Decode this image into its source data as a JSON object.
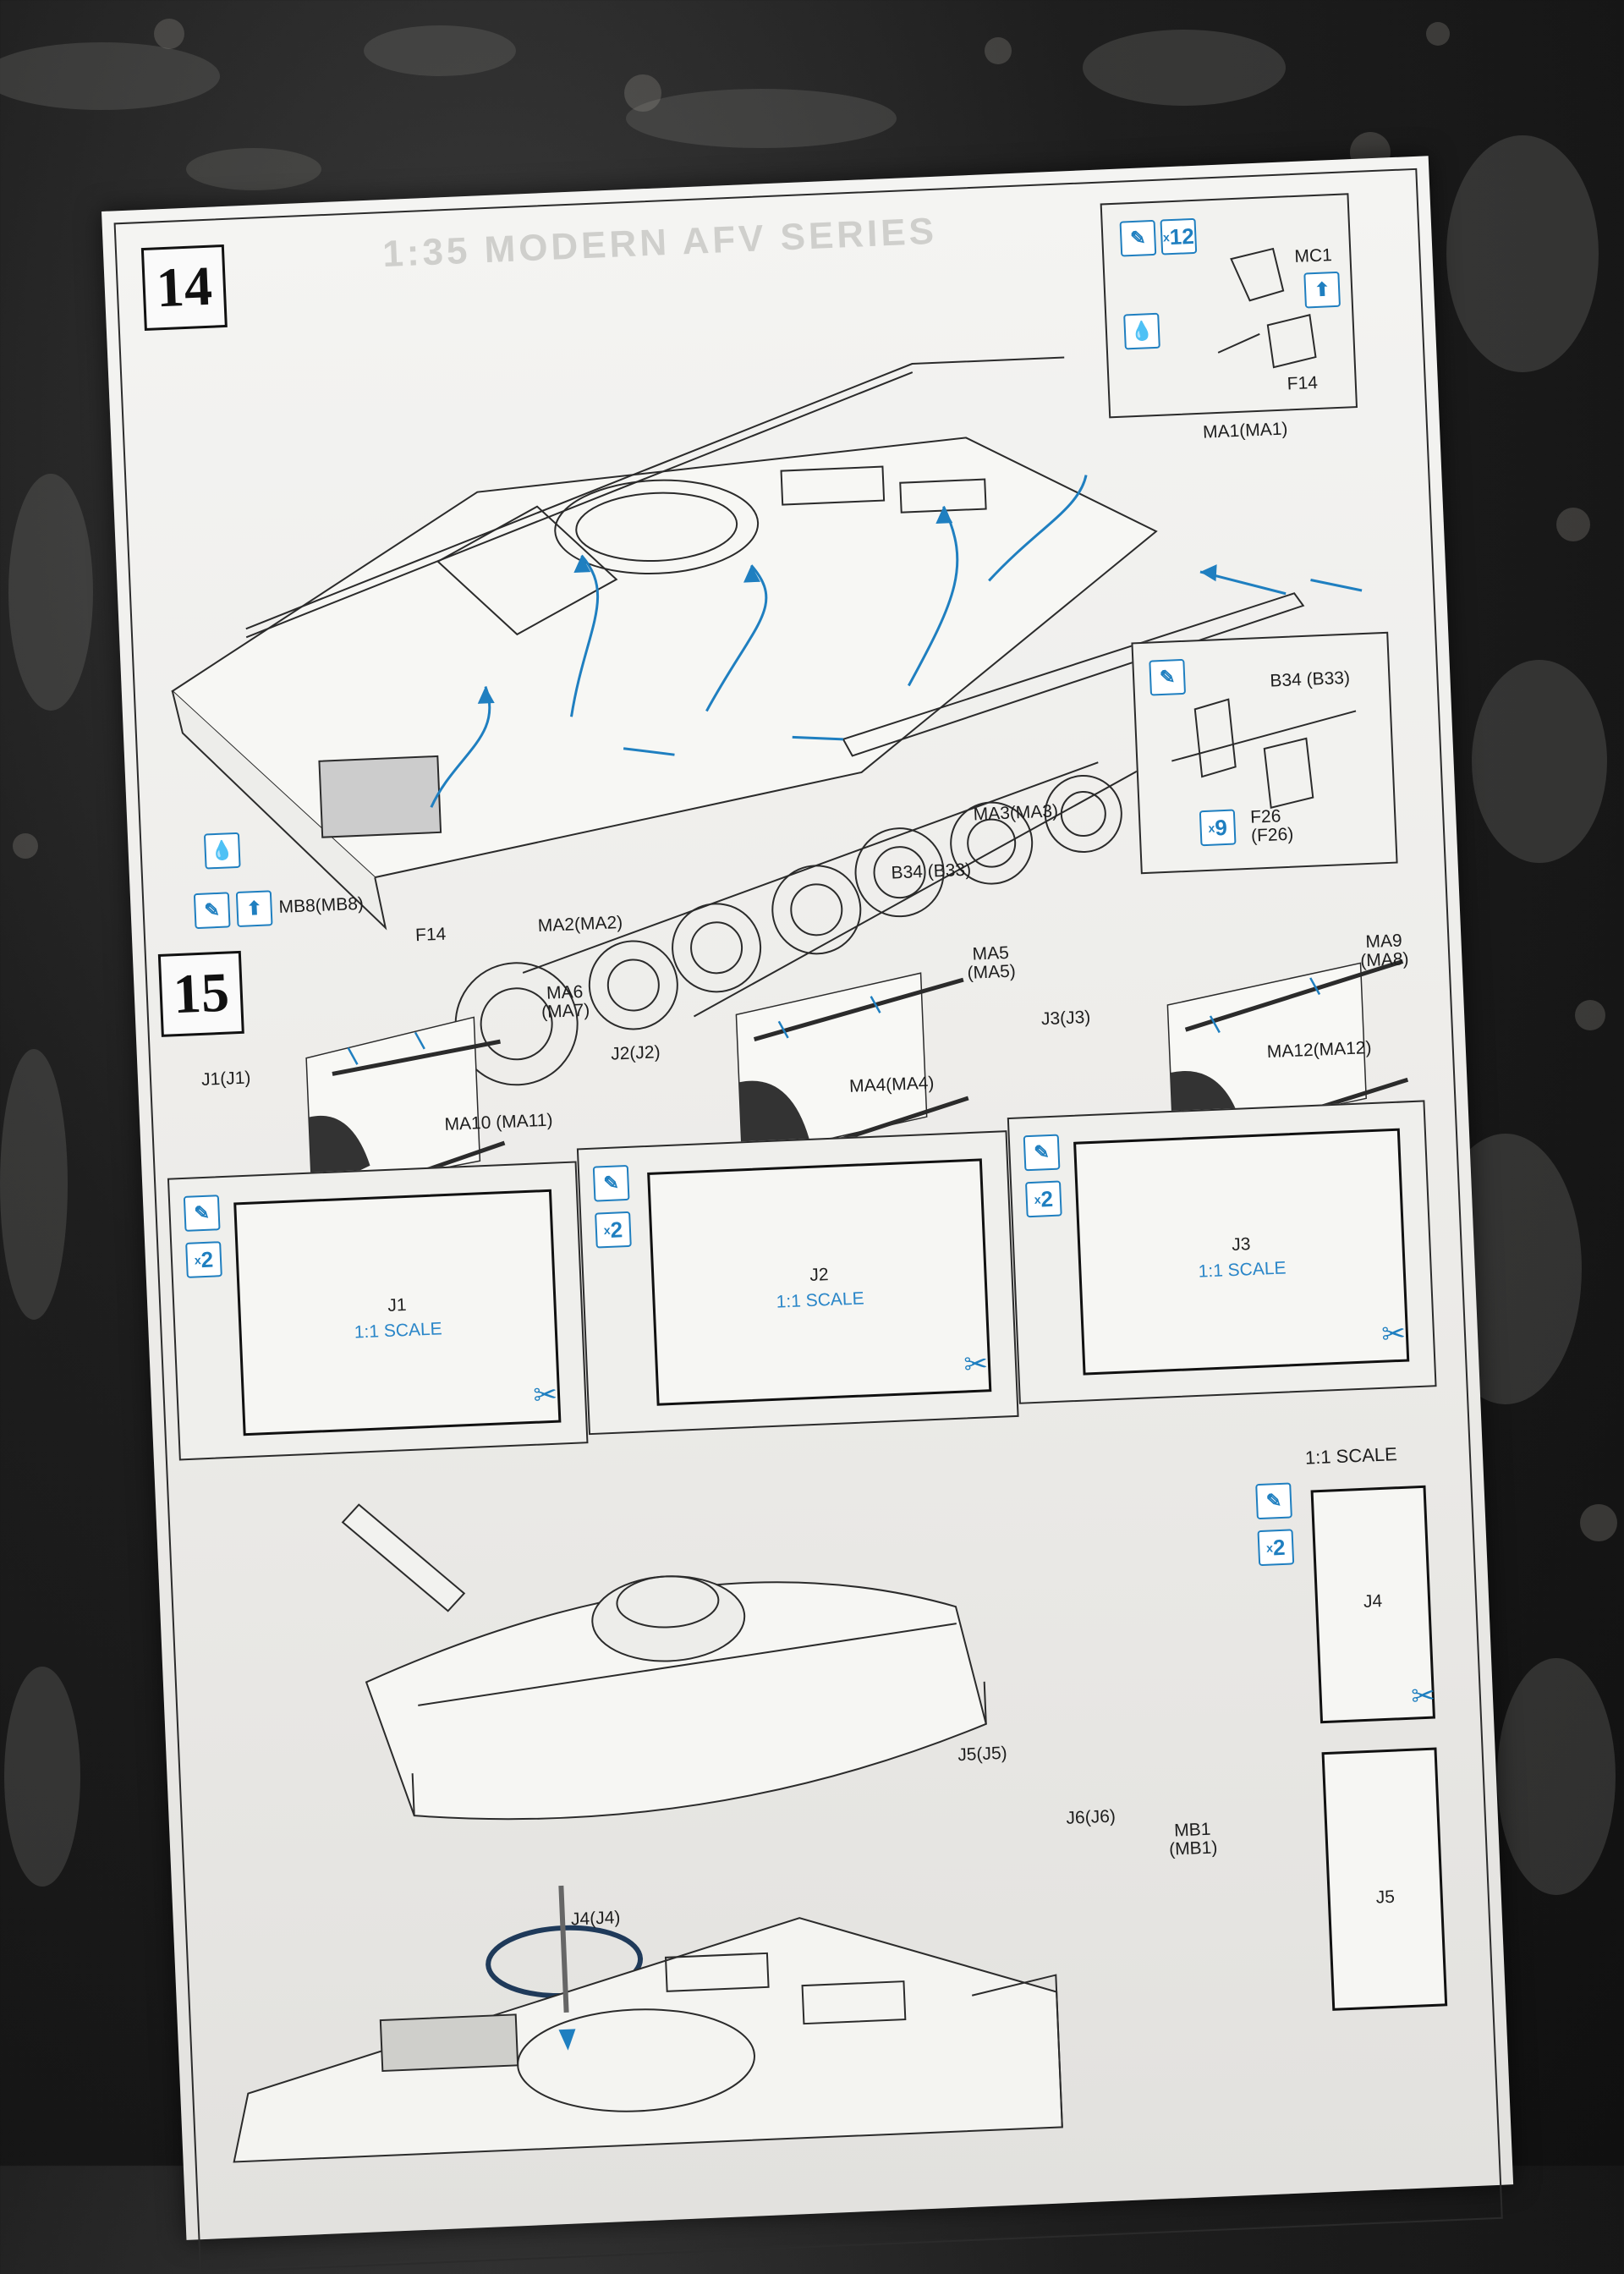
{
  "steps": {
    "s14": "14",
    "s15": "15"
  },
  "step14": {
    "callout_top": {
      "count": "12",
      "part_mc1": "MC1",
      "part_f14": "F14"
    },
    "callout_right": {
      "part_b34": "B34 (B33)",
      "count": "9",
      "part_f26": "F26\n(F26)"
    },
    "labels": {
      "ma1": "MA1(MA1)",
      "ma3": "MA3(MA3)",
      "b34": "B34 (B33)",
      "mb8": "MB8(MB8)",
      "f14": "F14",
      "ma2": "MA2(MA2)"
    }
  },
  "step15": {
    "labels": {
      "ma6": "MA6\n(MA7)",
      "ma5": "MA5\n(MA5)",
      "ma9": "MA9\n(MA8)",
      "j1": "J1(J1)",
      "j2": "J2(J2)",
      "j3": "J3(J3)",
      "ma10": "MA10 (MA11)",
      "ma4": "MA4(MA4)",
      "ma12": "MA12(MA12)"
    },
    "templates": [
      {
        "name": "J1",
        "scale": "1:1 SCALE",
        "count": "2"
      },
      {
        "name": "J2",
        "scale": "1:1 SCALE",
        "count": "2"
      },
      {
        "name": "J3",
        "scale": "1:1 SCALE",
        "count": "2"
      }
    ]
  },
  "bottom": {
    "scale_title": "1:1 SCALE",
    "count": "2",
    "j4_template": "J4",
    "j5_template": "J5",
    "labels": {
      "j5": "J5(J5)",
      "j6": "J6(J6)",
      "mb1": "MB1\n(MB1)",
      "j4": "J4(J4)"
    }
  },
  "ghost_header": "1:35 MODERN AFV SERIES",
  "icon_names": [
    "glue-icon",
    "cement-drop-icon",
    "count-icon",
    "flip-over-icon",
    "scissors-icon"
  ],
  "colors": {
    "accent": "#1f7fc0",
    "line": "#2b2b2b",
    "paper": "#f0f0ed"
  }
}
